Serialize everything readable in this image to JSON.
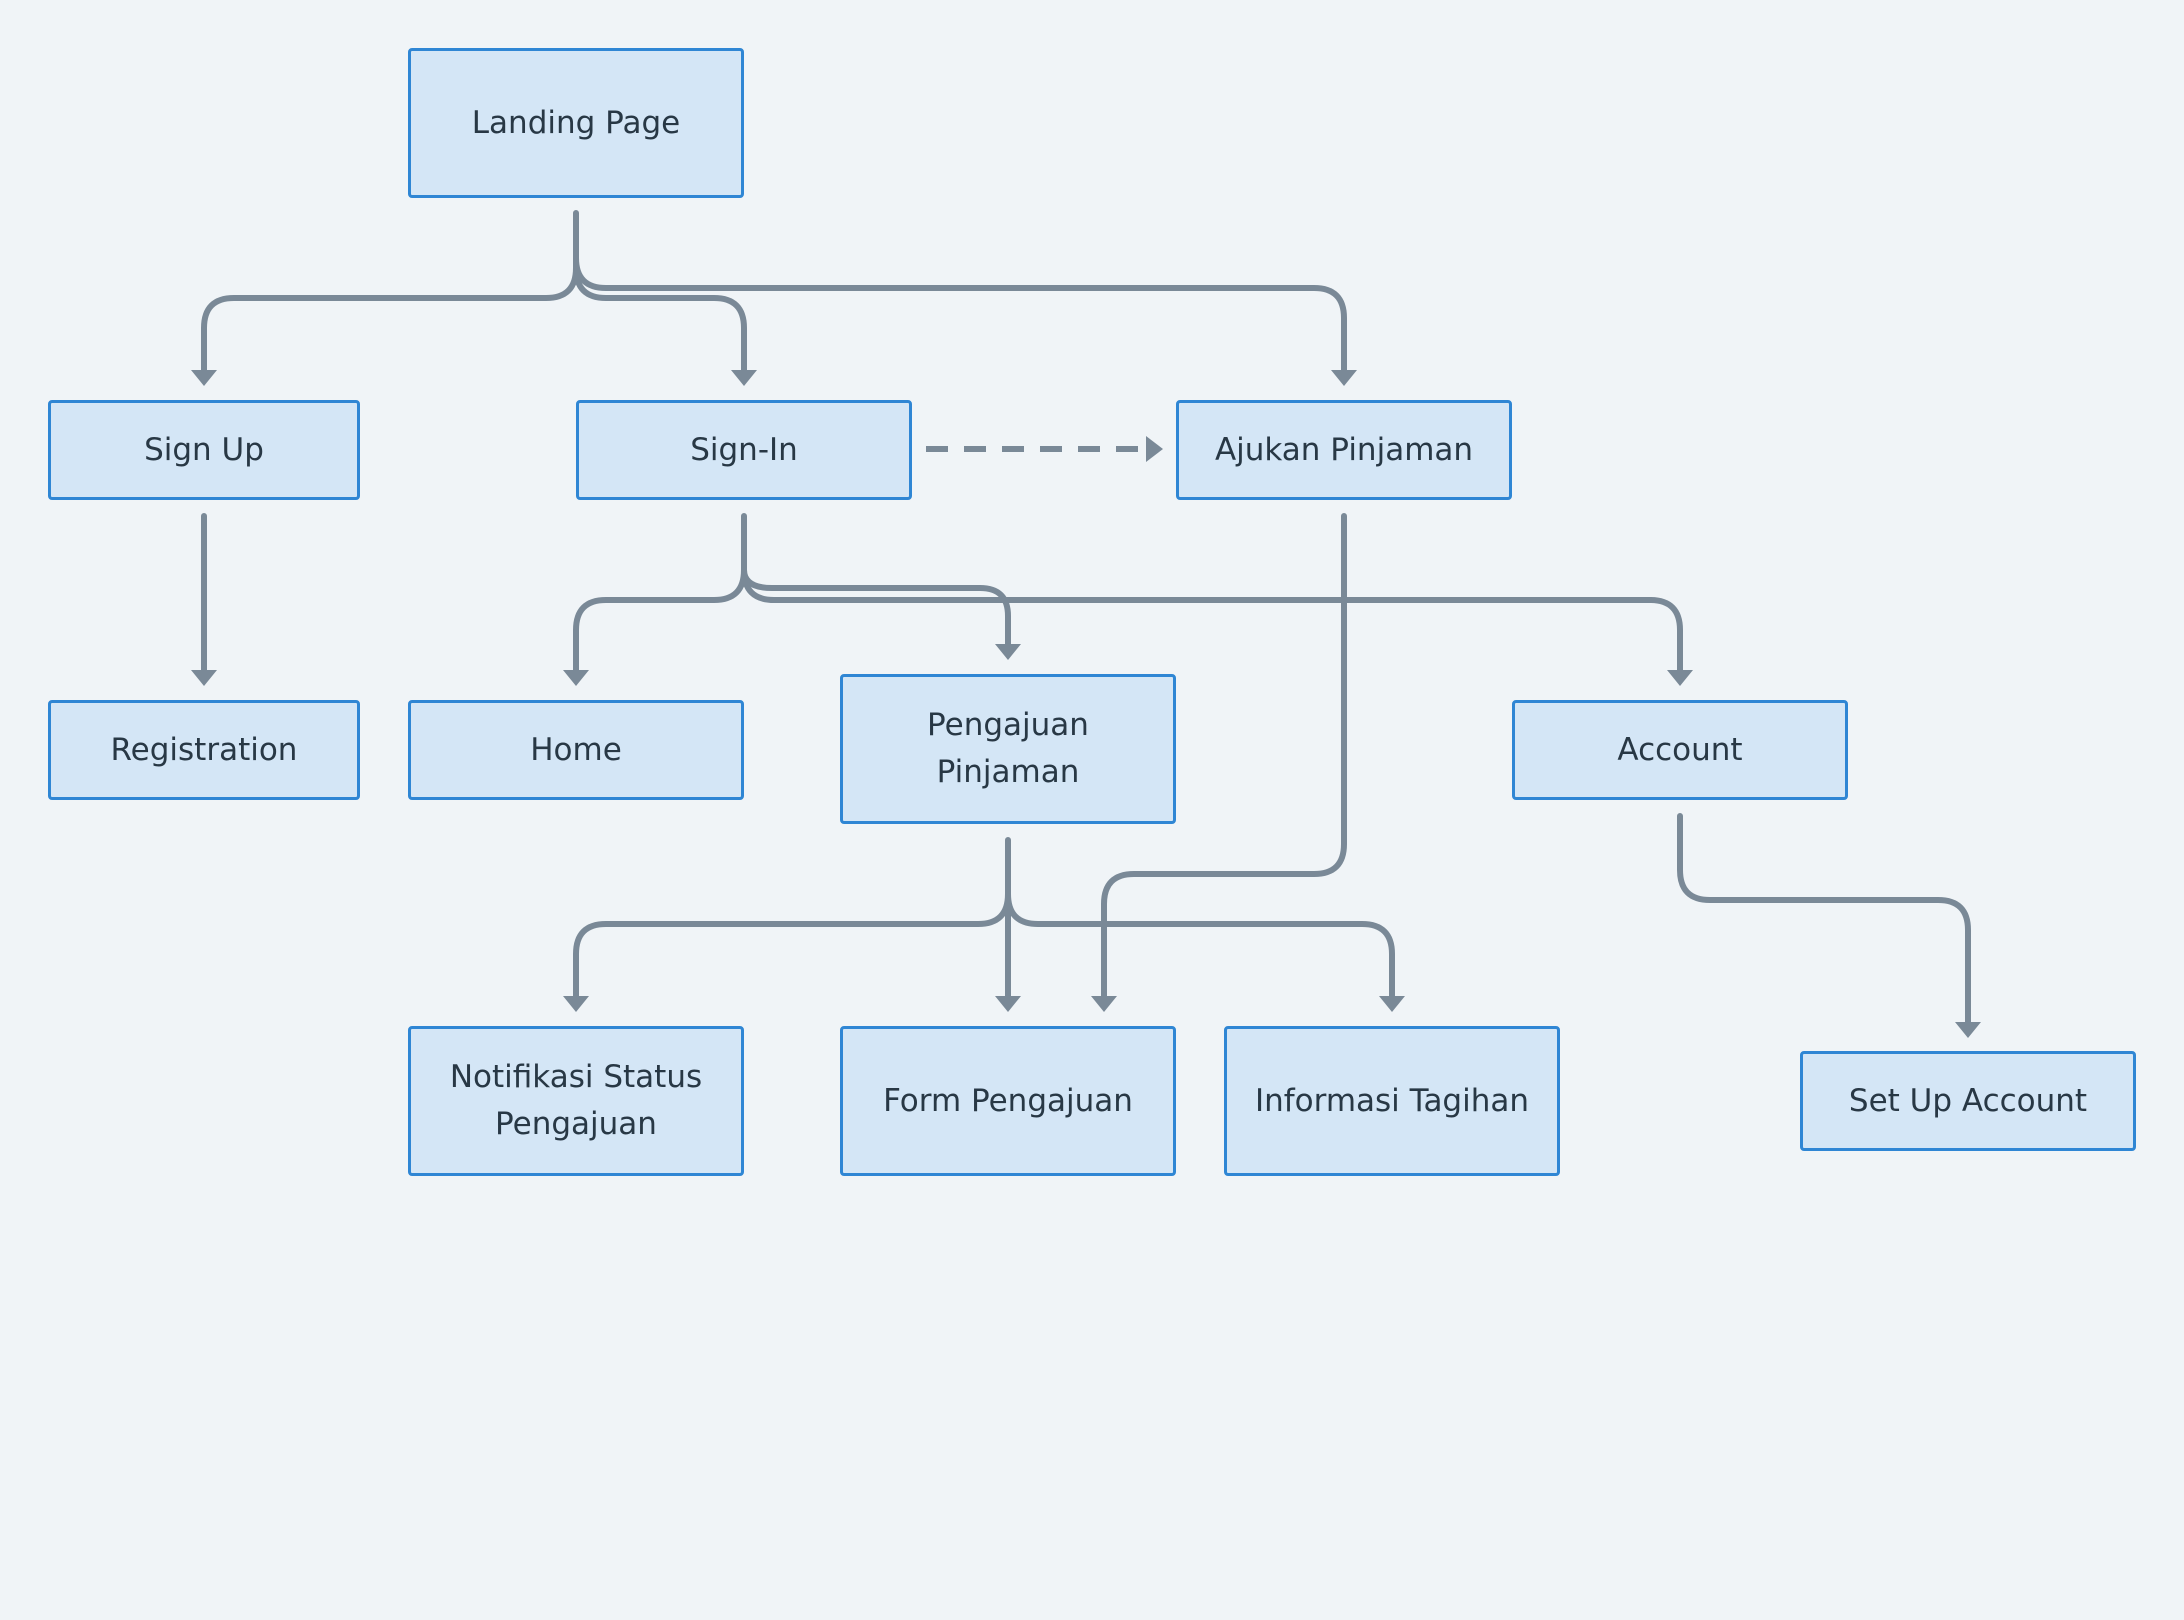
{
  "diagram": {
    "nodes": [
      {
        "id": "landing",
        "label": "Landing Page"
      },
      {
        "id": "signup",
        "label": "Sign Up"
      },
      {
        "id": "signin",
        "label": "Sign-In"
      },
      {
        "id": "ajukan",
        "label": "Ajukan Pinjaman"
      },
      {
        "id": "registration",
        "label": "Registration"
      },
      {
        "id": "home",
        "label": "Home"
      },
      {
        "id": "pengajuan",
        "label": "Pengajuan Pinjaman"
      },
      {
        "id": "account",
        "label": "Account"
      },
      {
        "id": "notifikasi",
        "label": "Notifikasi Status Pengajuan"
      },
      {
        "id": "form",
        "label": "Form Pengajuan"
      },
      {
        "id": "tagihan",
        "label": "Informasi Tagihan"
      },
      {
        "id": "setup",
        "label": "Set Up Account"
      }
    ],
    "edges": [
      {
        "from": "landing",
        "to": "signup",
        "style": "solid"
      },
      {
        "from": "landing",
        "to": "signin",
        "style": "solid"
      },
      {
        "from": "landing",
        "to": "ajukan",
        "style": "solid"
      },
      {
        "from": "signin",
        "to": "ajukan",
        "style": "dashed"
      },
      {
        "from": "signup",
        "to": "registration",
        "style": "solid"
      },
      {
        "from": "signin",
        "to": "home",
        "style": "solid"
      },
      {
        "from": "signin",
        "to": "pengajuan",
        "style": "solid"
      },
      {
        "from": "signin",
        "to": "account",
        "style": "solid"
      },
      {
        "from": "ajukan",
        "to": "form",
        "style": "solid"
      },
      {
        "from": "pengajuan",
        "to": "notifikasi",
        "style": "solid"
      },
      {
        "from": "pengajuan",
        "to": "form",
        "style": "solid"
      },
      {
        "from": "pengajuan",
        "to": "tagihan",
        "style": "solid"
      },
      {
        "from": "account",
        "to": "setup",
        "style": "solid"
      }
    ]
  }
}
